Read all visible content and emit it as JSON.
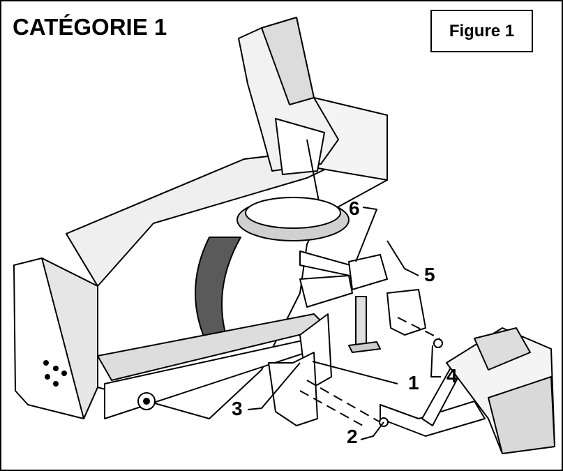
{
  "title": "CATÉGORIE 1",
  "figure_label": "Figure 1",
  "callouts": [
    "1",
    "2",
    "3",
    "4",
    "5",
    "6"
  ],
  "colors": {
    "line": "#000000",
    "fill": "#ffffff",
    "shade": "#bdbdbd",
    "dark": "#5a5a5a"
  }
}
